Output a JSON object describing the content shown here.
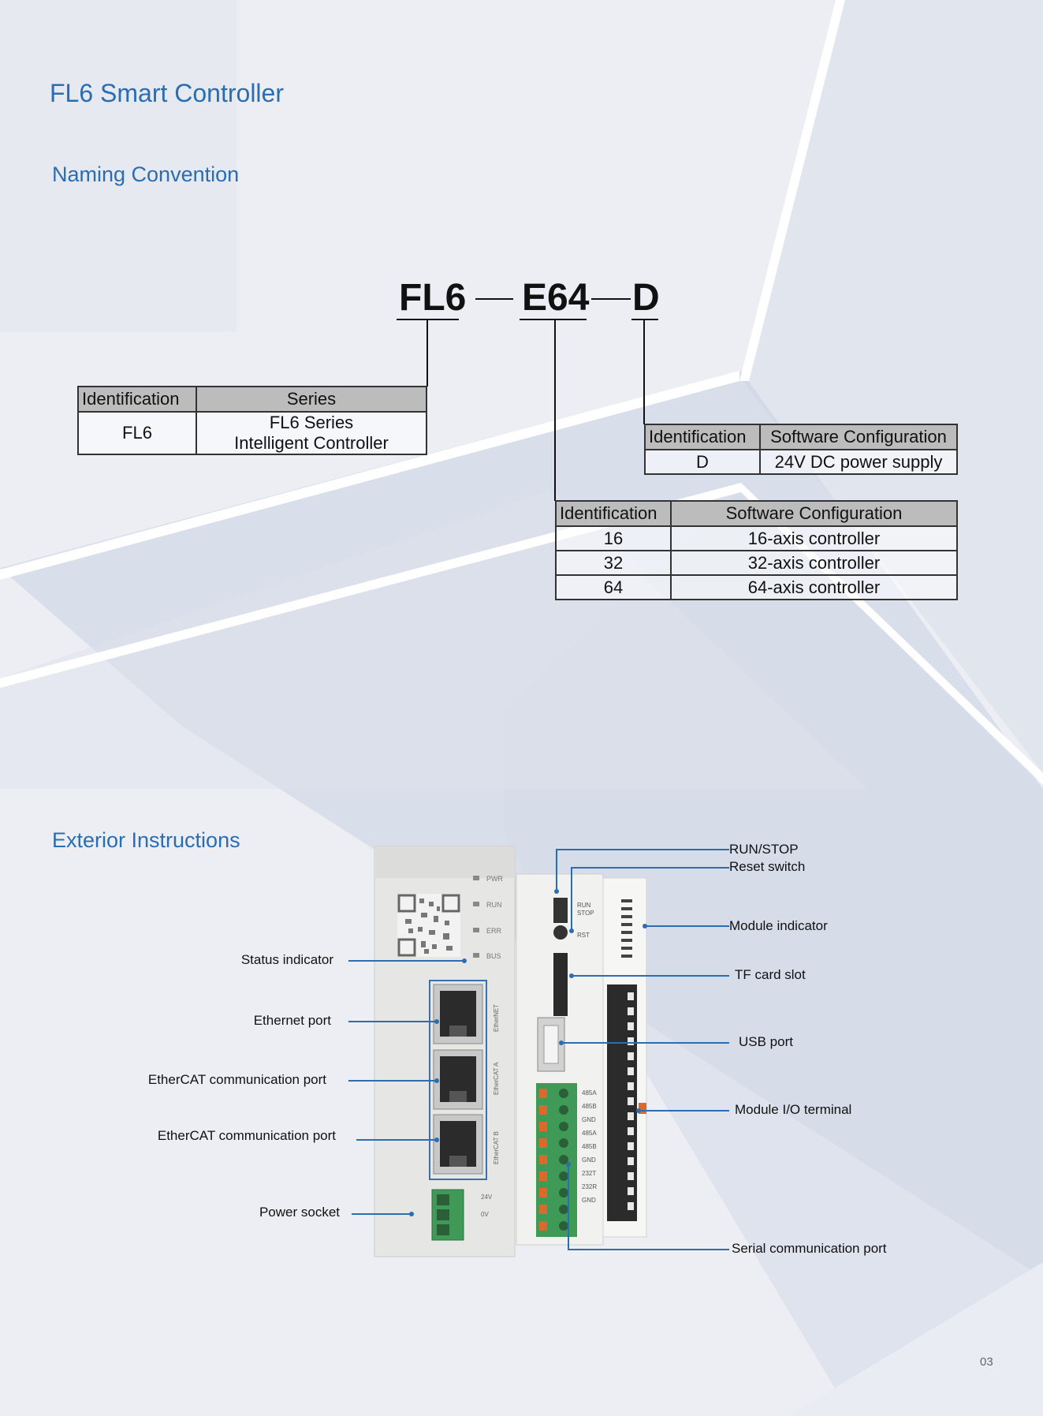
{
  "header": {
    "title": "FL6 Smart Controller"
  },
  "naming": {
    "heading": "Naming Convention",
    "code": {
      "part1": "FL6",
      "part2": "E64",
      "part3": "D"
    },
    "series_table": {
      "headers": [
        "Identification",
        "Series"
      ],
      "row": {
        "id": "FL6",
        "line1": "FL6 Series",
        "line2": "Intelligent Controller"
      }
    },
    "power_table": {
      "headers": [
        "Identification",
        "Software Configuration"
      ],
      "rows": [
        {
          "id": "D",
          "desc": "24V DC power supply"
        }
      ]
    },
    "axis_table": {
      "headers": [
        "Identification",
        "Software Configuration"
      ],
      "rows": [
        {
          "id": "16",
          "desc": "16-axis controller"
        },
        {
          "id": "32",
          "desc": "32-axis controller"
        },
        {
          "id": "64",
          "desc": "64-axis controller"
        }
      ]
    }
  },
  "exterior": {
    "heading": "Exterior Instructions",
    "left_callouts": {
      "status": "Status indicator",
      "ethernet": "Ethernet port",
      "ethercat_a": "EtherCAT communication port",
      "ethercat_b": "EtherCAT communication port",
      "power": "Power socket"
    },
    "right_callouts": {
      "run_stop": "RUN/STOP",
      "reset": "Reset switch",
      "module_indicator": "Module indicator",
      "tf_card": "TF card slot",
      "usb": "USB port",
      "module_io": "Module I/O terminal",
      "serial": "Serial communication port"
    },
    "device_labels": {
      "pwr": "PWR",
      "run": "RUN",
      "err": "ERR",
      "bus": "BUS",
      "ethernet": "EtherNET",
      "ethercat_a": "EtherCAT A",
      "ethercat_b": "EtherCAT B",
      "run_stop": "RUN",
      "stop": "STOP",
      "rst": "RST",
      "v24": "24V",
      "v0": "0V",
      "serial_pins": [
        "485A",
        "485B",
        "GND",
        "485A",
        "485B",
        "GND",
        "232T",
        "232R",
        "GND"
      ]
    }
  },
  "footer": {
    "page_number": "03"
  },
  "colors": {
    "accent": "#2a6db0",
    "table_header": "#bcbcbc",
    "callout_line": "#2a6db0"
  }
}
